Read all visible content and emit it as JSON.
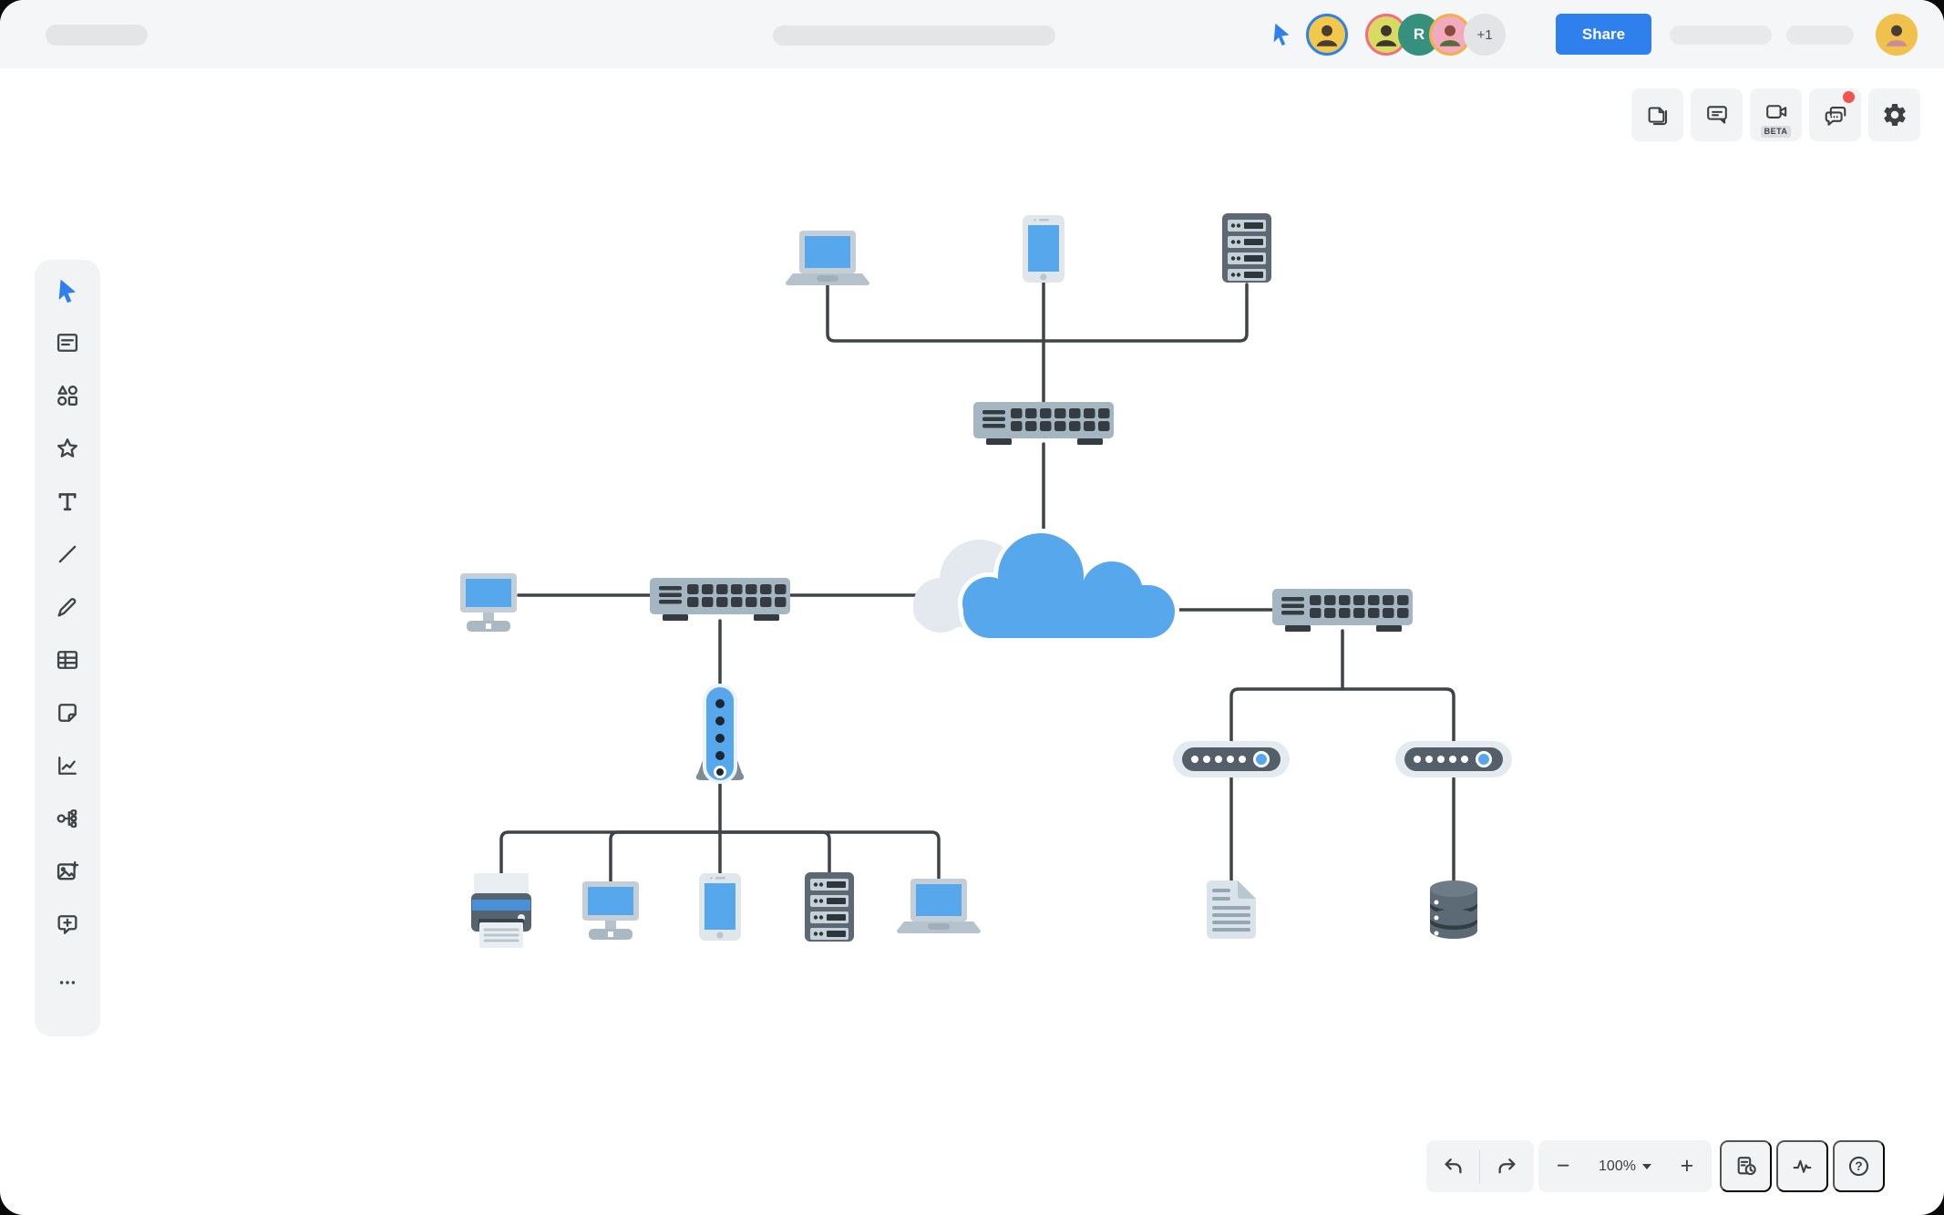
{
  "app": {
    "name": "diagram-editor",
    "canvas_background": "#ffffff",
    "chrome_background": "#f5f6f7"
  },
  "colors": {
    "accent_blue": "#2f80ed",
    "device_blue": "#57a7ec",
    "device_slate": "#5c6974",
    "switch_gray": "#a3b6c2",
    "connector": "#3f4449",
    "notification_red": "#f0544f",
    "panel_gray": "#f1f3f4"
  },
  "topbar": {
    "share_label": "Share",
    "collaborators": {
      "cursor_color": "#2f80ed",
      "avatars": [
        "woman-yellow-blue-ring",
        "man-glasses-coral-ring",
        "initial-R",
        "woman-pink-orange-ring"
      ],
      "initial": "R",
      "overflow_label": "+1",
      "current_user_avatar": "woman-yellow"
    }
  },
  "top_actions": {
    "beta_label": "BETA",
    "items": [
      {
        "name": "pages"
      },
      {
        "name": "comments"
      },
      {
        "name": "video-meeting",
        "badge": "BETA"
      },
      {
        "name": "chat",
        "notification": true
      },
      {
        "name": "settings"
      }
    ]
  },
  "left_toolbar": {
    "active_item": "select",
    "items": [
      "select",
      "notes",
      "shapes",
      "favorites",
      "text",
      "line",
      "pencil",
      "table",
      "sticky-note",
      "chart",
      "mind-map",
      "insert-image",
      "insert-comment",
      "more"
    ]
  },
  "diagram": {
    "type": "network-topology",
    "nodes": [
      {
        "id": "laptop-1",
        "type": "laptop"
      },
      {
        "id": "mobile-1",
        "type": "mobile-phone"
      },
      {
        "id": "server-1",
        "type": "server-rack"
      },
      {
        "id": "switch-1",
        "type": "network-switch"
      },
      {
        "id": "cloud-1",
        "type": "cloud"
      },
      {
        "id": "desktop-1",
        "type": "desktop-computer"
      },
      {
        "id": "switch-2",
        "type": "network-switch"
      },
      {
        "id": "router-1",
        "type": "wireless-router"
      },
      {
        "id": "printer-1",
        "type": "printer"
      },
      {
        "id": "desktop-2",
        "type": "desktop-computer"
      },
      {
        "id": "mobile-2",
        "type": "mobile-phone"
      },
      {
        "id": "server-2",
        "type": "server-rack"
      },
      {
        "id": "laptop-2",
        "type": "laptop"
      },
      {
        "id": "switch-3",
        "type": "network-switch"
      },
      {
        "id": "modem-1",
        "type": "modem"
      },
      {
        "id": "modem-2",
        "type": "modem"
      },
      {
        "id": "document-1",
        "type": "document"
      },
      {
        "id": "database-1",
        "type": "database"
      }
    ],
    "edges": [
      [
        "laptop-1",
        "switch-1"
      ],
      [
        "mobile-1",
        "switch-1"
      ],
      [
        "server-1",
        "switch-1"
      ],
      [
        "switch-1",
        "cloud-1"
      ],
      [
        "desktop-1",
        "switch-2"
      ],
      [
        "switch-2",
        "cloud-1"
      ],
      [
        "switch-2",
        "router-1"
      ],
      [
        "router-1",
        "printer-1"
      ],
      [
        "router-1",
        "desktop-2"
      ],
      [
        "router-1",
        "mobile-2"
      ],
      [
        "router-1",
        "server-2"
      ],
      [
        "router-1",
        "laptop-2"
      ],
      [
        "cloud-1",
        "switch-3"
      ],
      [
        "switch-3",
        "modem-1"
      ],
      [
        "switch-3",
        "modem-2"
      ],
      [
        "modem-1",
        "document-1"
      ],
      [
        "modem-2",
        "database-1"
      ]
    ]
  },
  "footer": {
    "zoom_level": "100%",
    "minus_glyph": "−",
    "plus_glyph": "+",
    "help_glyph": "?",
    "items": [
      "undo",
      "redo",
      "zoom-out",
      "zoom-level",
      "zoom-in",
      "version-history",
      "activity",
      "help"
    ]
  }
}
